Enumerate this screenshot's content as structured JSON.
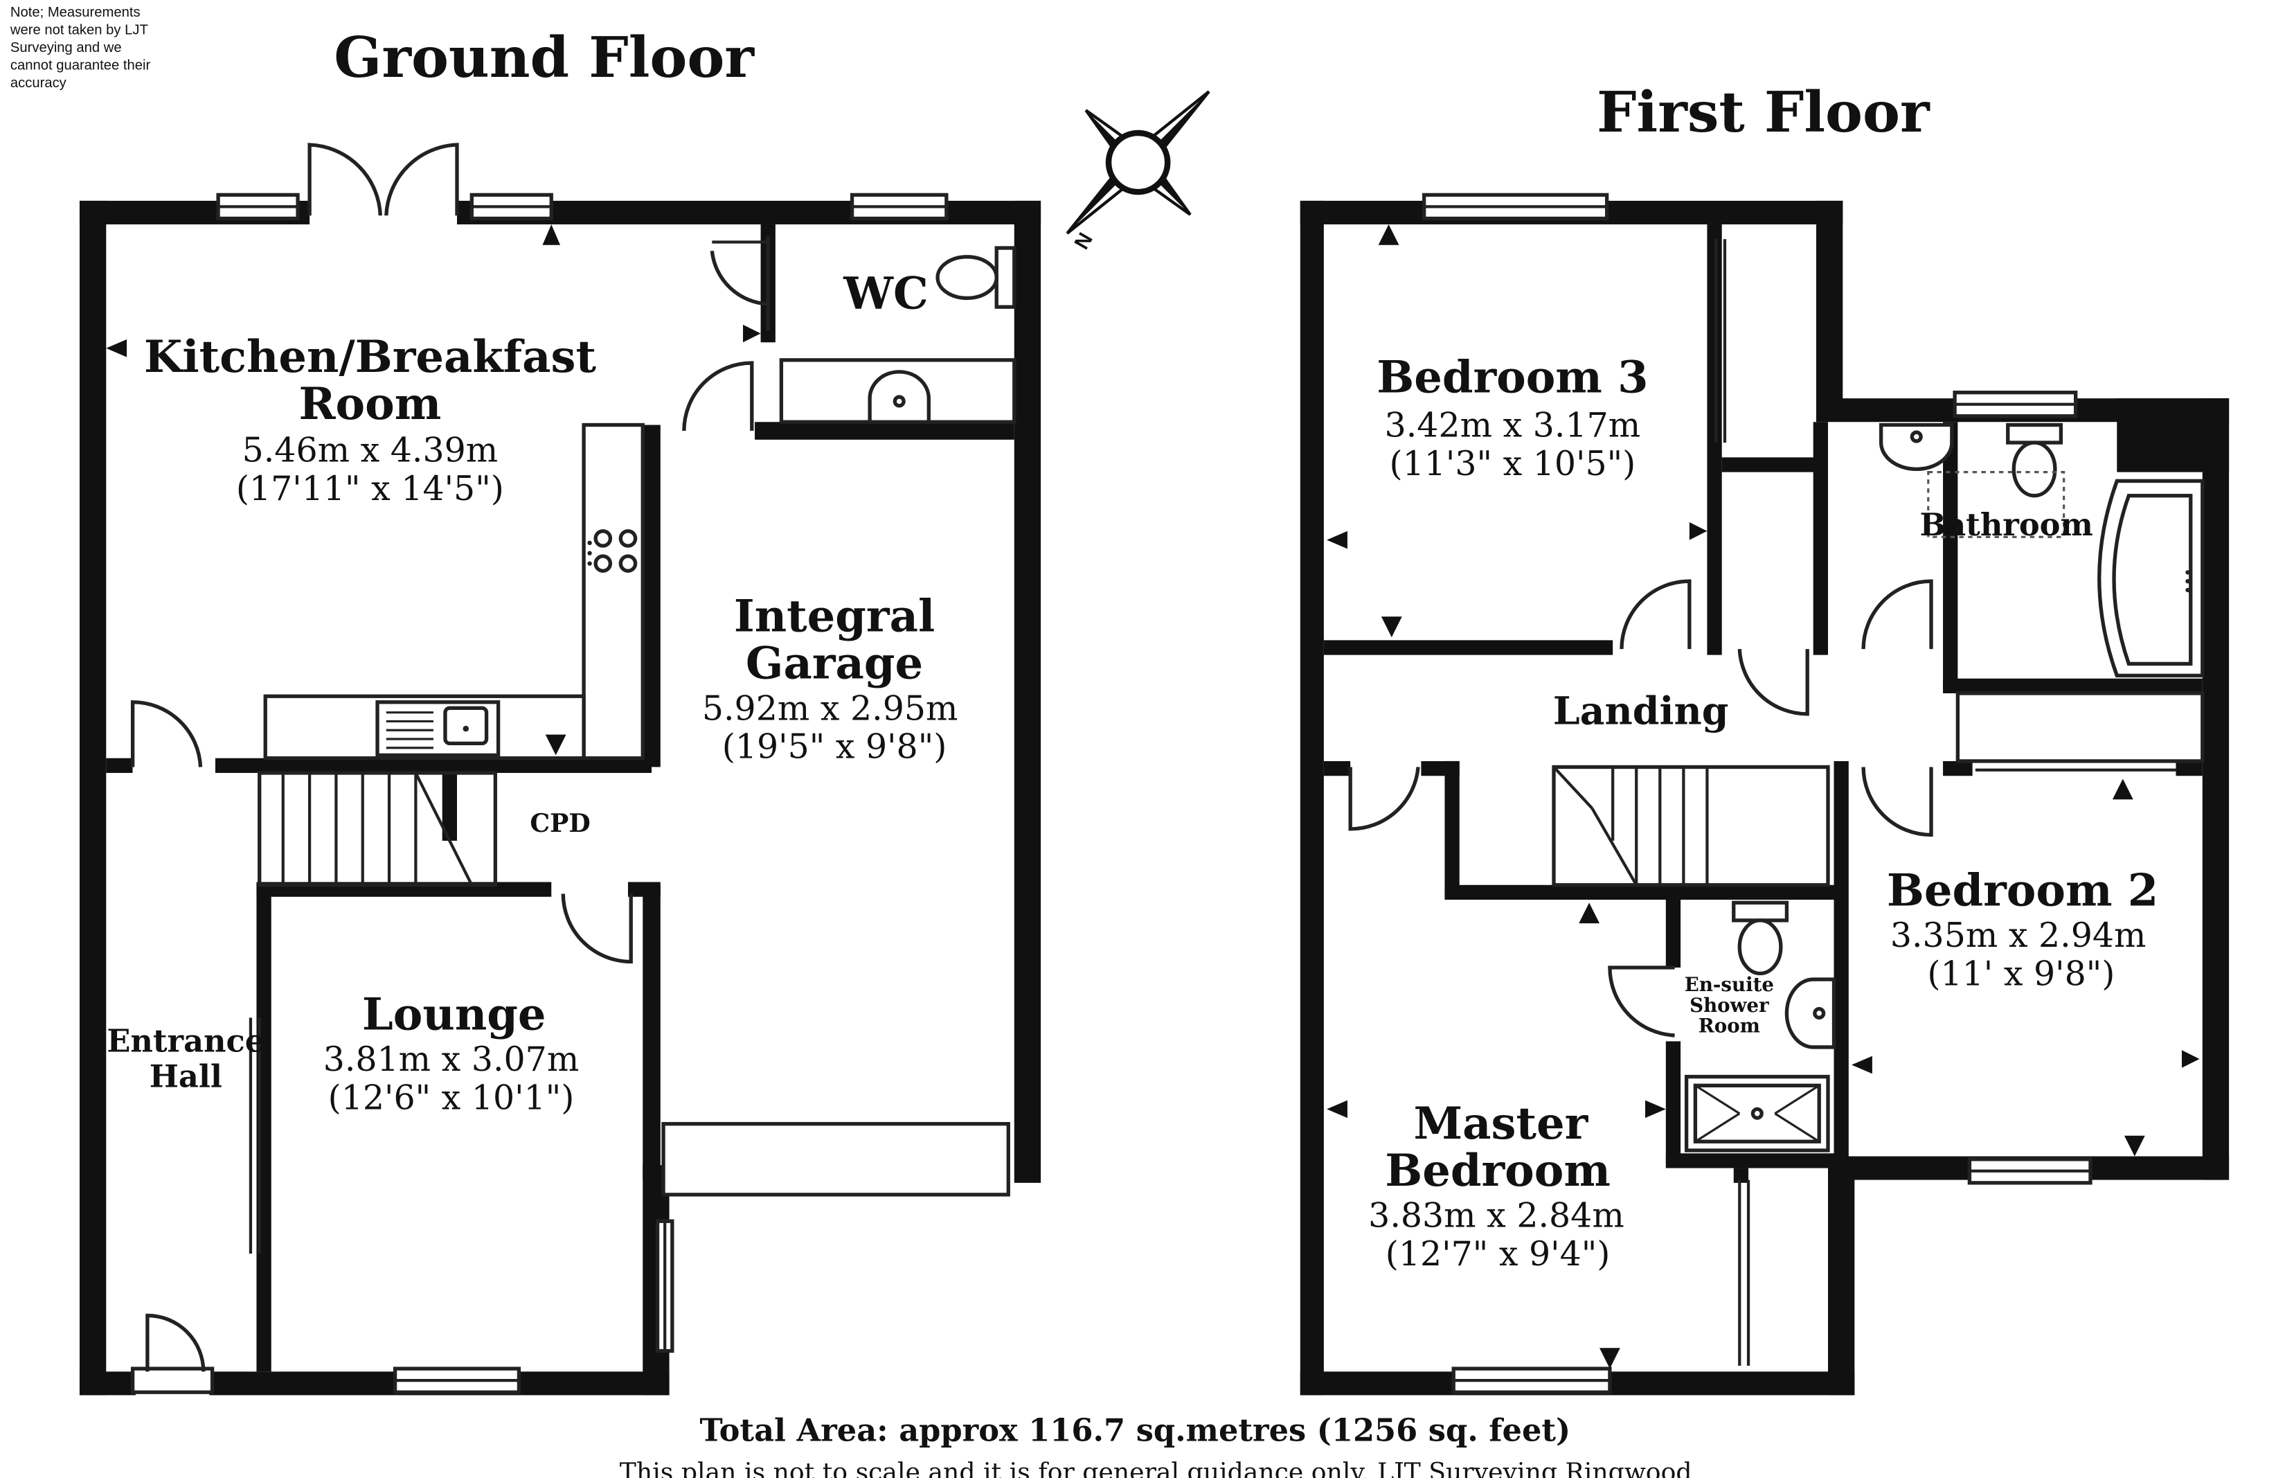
{
  "note": [
    "Note; Measurements",
    "were not taken by LJT",
    "Surveying and we",
    "cannot guarantee their",
    "accuracy"
  ],
  "ground_floor": {
    "title": "Ground Floor",
    "rooms": {
      "kitchen": {
        "name_1": "Kitchen/Breakfast",
        "name_2": "Room",
        "metric": "5.46m x 4.39m",
        "imperial": "(17'11\" x 14'5\")"
      },
      "wc": {
        "name": "WC"
      },
      "garage": {
        "name_1": "Integral",
        "name_2": "Garage",
        "metric": "5.92m x 2.95m",
        "imperial": "(19'5\" x 9'8\")"
      },
      "cpd": {
        "name": "CPD"
      },
      "lounge": {
        "name": "Lounge",
        "metric": "3.81m x 3.07m",
        "imperial": "(12'6\" x 10'1\")"
      },
      "hall": {
        "name_1": "Entrance",
        "name_2": "Hall"
      }
    }
  },
  "first_floor": {
    "title": "First Floor",
    "rooms": {
      "bedroom3": {
        "name": "Bedroom 3",
        "metric": "3.42m x 3.17m",
        "imperial": "(11'3\" x 10'5\")"
      },
      "bathroom": {
        "name": "Bathroom"
      },
      "landing": {
        "name": "Landing"
      },
      "bedroom2": {
        "name": "Bedroom 2",
        "metric": "3.35m x 2.94m",
        "imperial": "(11' x 9'8\")"
      },
      "ensuite": {
        "name_1": "En-suite",
        "name_2": "Shower",
        "name_3": "Room"
      },
      "master": {
        "name_1": "Master",
        "name_2": "Bedroom",
        "metric": "3.83m x 2.84m",
        "imperial": "(12'7\" x 9'4\")"
      }
    }
  },
  "compass": {
    "label": "N"
  },
  "footer": {
    "total_area": "Total Area: approx 116.7 sq.metres (1256 sq. feet)",
    "disclaimer": "This plan is not to scale and it is for general guidance only. LJT Surveying Ringwood"
  }
}
